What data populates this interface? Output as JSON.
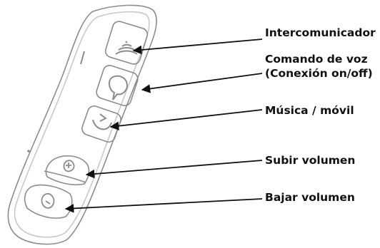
{
  "labels": {
    "intercom": "Intercomunicador",
    "voice_line1": "Comando de voz",
    "voice_line2": "(Conexión on/off)",
    "music": "Música / móvil",
    "volume_up": "Subir volumen",
    "volume_down": "Bajar volumen"
  },
  "colors": {
    "outline": "#8c8c8c",
    "outline_light": "#c8c8c8",
    "arrow": "#111111",
    "text": "#111111"
  }
}
